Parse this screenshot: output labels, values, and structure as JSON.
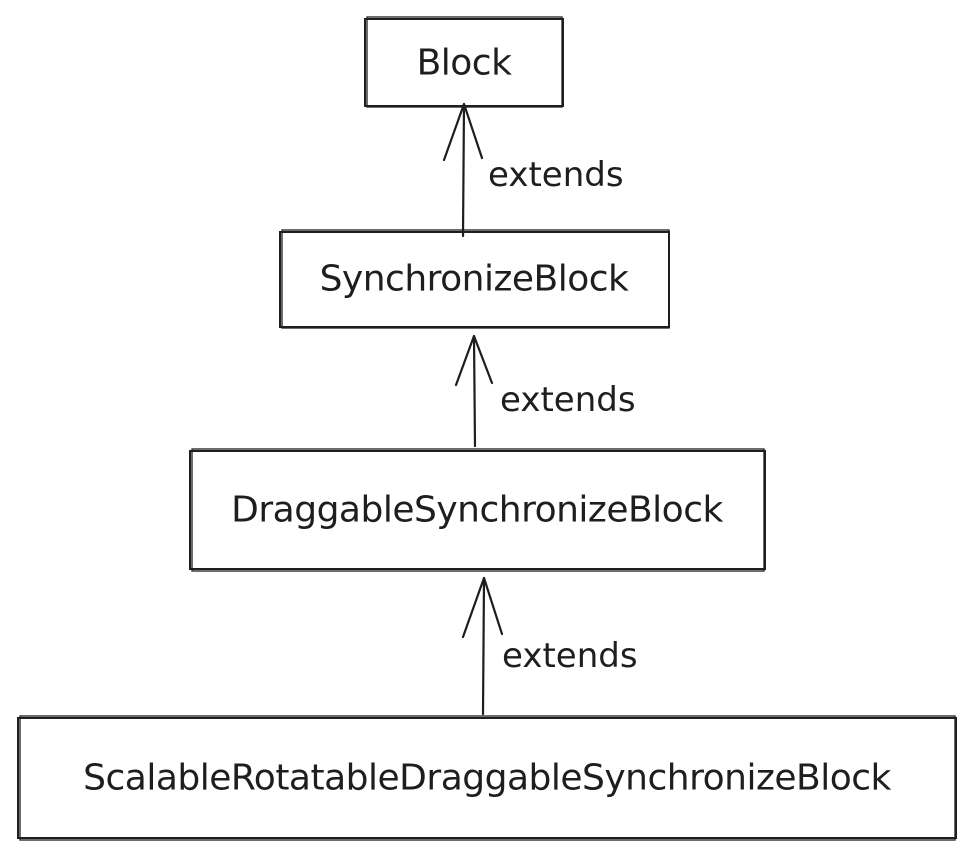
{
  "diagram": {
    "nodes": [
      {
        "id": "block",
        "label": "Block"
      },
      {
        "id": "synchronize-block",
        "label": "SynchronizeBlock"
      },
      {
        "id": "draggable-synchronize-block",
        "label": "DraggableSynchronizeBlock"
      },
      {
        "id": "scalable-rotatable-draggable-synchronize-block",
        "label": "ScalableRotatableDraggableSynchronizeBlock"
      }
    ],
    "edges": [
      {
        "from": "synchronize-block",
        "to": "block",
        "label": "extends"
      },
      {
        "from": "draggable-synchronize-block",
        "to": "synchronize-block",
        "label": "extends"
      },
      {
        "from": "scalable-rotatable-draggable-synchronize-block",
        "to": "draggable-synchronize-block",
        "label": "extends"
      }
    ],
    "stroke_color": "#1e1e1e",
    "background_color": "#ffffff"
  }
}
